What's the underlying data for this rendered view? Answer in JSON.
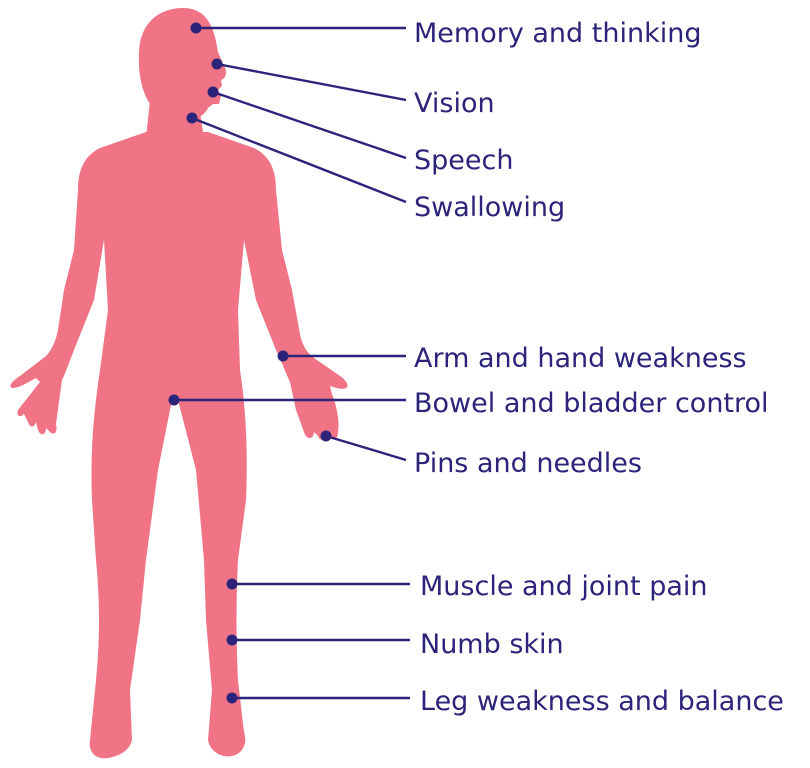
{
  "colors": {
    "body": "#f07486",
    "line": "#2c237a",
    "label": "#2c237a"
  },
  "labels": {
    "memory": "Memory and thinking",
    "vision": "Vision",
    "speech": "Speech",
    "swallowing": "Swallowing",
    "arm": "Arm and hand weakness",
    "bowel": "Bowel and bladder control",
    "pins": "Pins and needles",
    "muscle": "Muscle and joint pain",
    "numb": "Numb skin",
    "leg": "Leg weakness and balance"
  }
}
